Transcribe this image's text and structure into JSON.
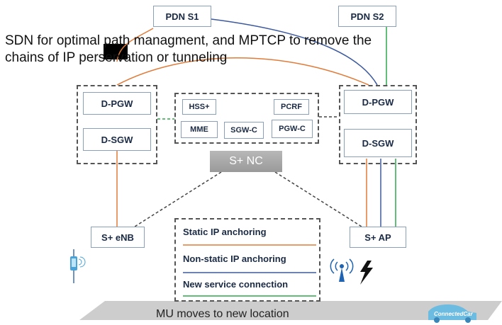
{
  "caption": {
    "line1": "SDN for optimal path managment, and MPTCP to remove the",
    "line2": "chains of IP perservation or tunneling"
  },
  "nodes": {
    "pdn_s1": "PDN S1",
    "pdn_s2": "PDN S2",
    "dpgw_left": "D-PGW",
    "dsgw_left": "D-SGW",
    "dpgw_right": "D-PGW",
    "dsgw_right": "D-SGW",
    "hss": "HSS+",
    "pcrf": "PCRF",
    "mme": "MME",
    "sgwc": "SGW-C",
    "pgwc": "PGW-C",
    "nc": "S+ NC",
    "enb": "S+ eNB",
    "ap": "S+ AP"
  },
  "legend": {
    "items": [
      {
        "label": "Static IP anchoring",
        "color": "#e07b39"
      },
      {
        "label": "Non-static IP anchoring",
        "color": "#3d5a9e"
      },
      {
        "label": "New service connection",
        "color": "#2ea84a"
      }
    ]
  },
  "footer": {
    "floor_label": "MU moves to new location",
    "car_label": "ConnectedCar"
  },
  "colors": {
    "static": "#e07b39",
    "nonstatic": "#3d5a9e",
    "newconn": "#2ea84a",
    "box_border": "#8aa0ba",
    "nc_fill": "#a8a8a8"
  },
  "icons": [
    "antenna-icon",
    "lightning-icon",
    "phone-icon",
    "car-icon"
  ]
}
